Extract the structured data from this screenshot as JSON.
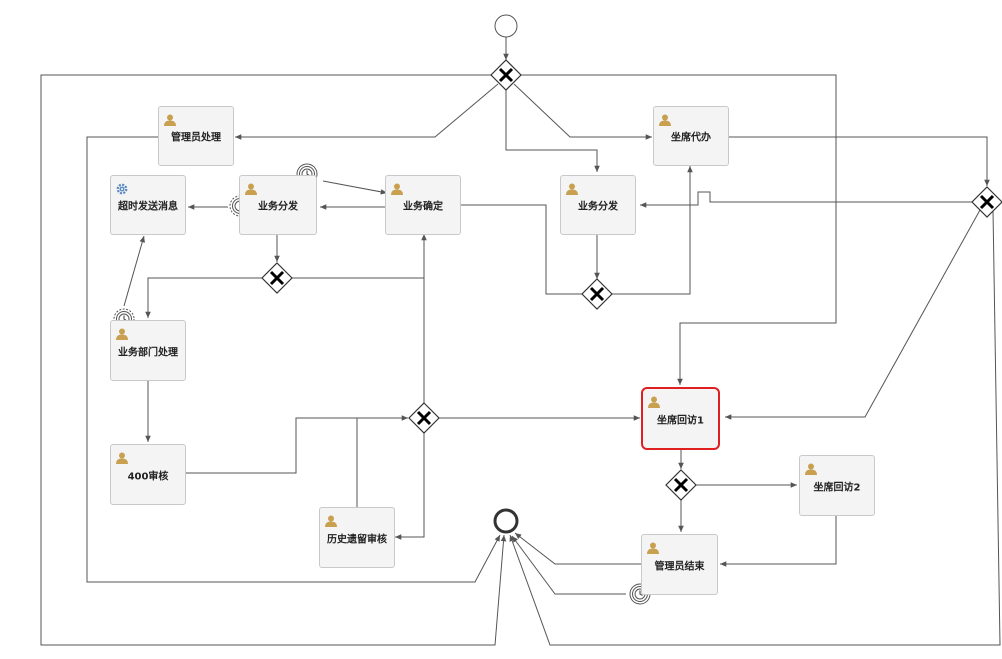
{
  "diagram": {
    "tasks": [
      {
        "id": "admin-handle",
        "label": "管理员处理",
        "icon": "user-icon"
      },
      {
        "id": "agent-proxy",
        "label": "坐席代办",
        "icon": "user-icon"
      },
      {
        "id": "timeout-msg",
        "label": "超时发送消息",
        "icon": "gear-icon"
      },
      {
        "id": "biz-dispatch-1",
        "label": "业务分发",
        "icon": "user-icon"
      },
      {
        "id": "biz-confirm",
        "label": "业务确定",
        "icon": "user-icon"
      },
      {
        "id": "biz-dispatch-2",
        "label": "业务分发",
        "icon": "user-icon"
      },
      {
        "id": "dept-handle",
        "label": "业务部门处理",
        "icon": "user-icon"
      },
      {
        "id": "agent-visit-1",
        "label": "坐席回访1",
        "icon": "user-icon"
      },
      {
        "id": "agent-visit-2",
        "label": "坐席回访2",
        "icon": "user-icon"
      },
      {
        "id": "audit-400",
        "label": "400审核",
        "icon": "user-icon"
      },
      {
        "id": "history-audit",
        "label": "历史遗留审核",
        "icon": "user-icon"
      },
      {
        "id": "admin-end",
        "label": "管理员结束",
        "icon": "user-icon"
      }
    ],
    "active_task": "agent-visit-1",
    "colors": {
      "user_icon": "#c8a050",
      "gear_icon": "#5a8ac0",
      "active_border": "#e02020",
      "line": "#555555"
    }
  }
}
